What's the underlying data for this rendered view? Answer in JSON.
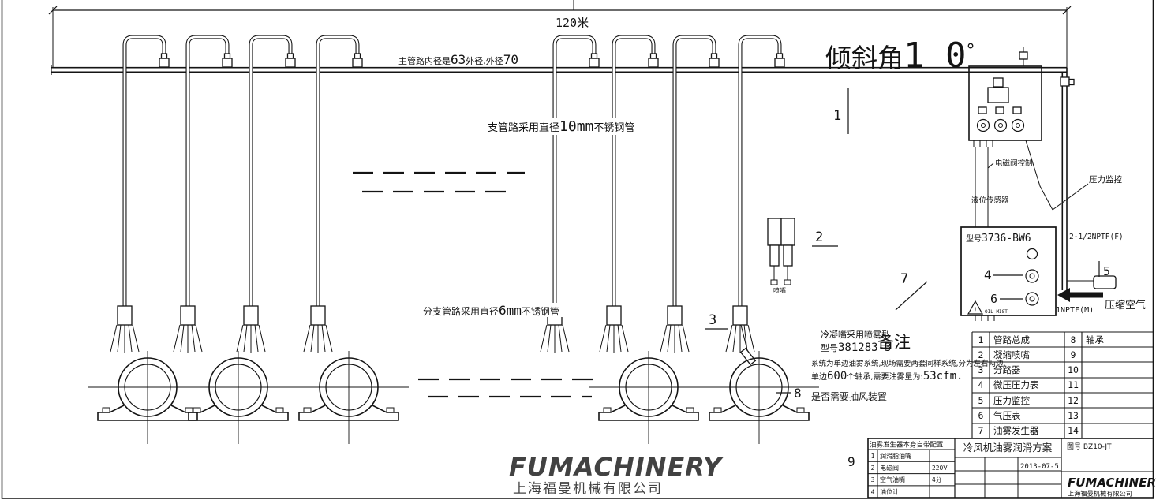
{
  "colors": {
    "ink": "#141414",
    "logo_blue": "#1e3f96",
    "watermark": "#c3c4ce"
  },
  "dimensions": {
    "main_length": "120米"
  },
  "labels": {
    "incline_prefix": "倾斜角",
    "incline_value": "1 0",
    "incline_unit": "°",
    "main_pipe": {
      "p1": "主管路内径是",
      "p2": "63",
      "p3": "外径,外径",
      "p4": "70"
    },
    "branch_pipe": {
      "p1": "支管路采用直径",
      "p2": "10mm",
      "p3": "不锈钢管"
    },
    "sub_branch_pipe": {
      "p1": "分支管路采用直径",
      "p2": "6mm",
      "p3": "不锈钢管"
    },
    "nozzle_line1": "冷凝嘴采用喷雾型",
    "nozzle_line2_prefix": "型号",
    "nozzle_line2_model": "381283-3",
    "nozzle_tag": "喷嘴",
    "generator_model": {
      "prefix": "型号",
      "model": "3736-BW6"
    },
    "solenoid_control": "电磁阀控制",
    "level_sensor": "液位传感器",
    "pressure_monitor": "压力监控",
    "npt_f": "2-1/2NPTF(F)",
    "npt_m": "1NPTF(M)",
    "compressed_air": "压缩空气",
    "warning_mark": "!",
    "warning_text": "OIL MIST"
  },
  "remarks": {
    "title": "备注",
    "line1": "系统为单边油雾系统,现场需要两套同样系统,分为左右两边,",
    "line2": {
      "p1": "单边",
      "p2": "600",
      "p3": "个轴承,需要油雾量为:",
      "p4": "53cfm."
    },
    "line3": "是否需要抽风装置"
  },
  "callouts": {
    "c1": "1",
    "c2": "2",
    "c3": "3",
    "c4": "4",
    "c5": "5",
    "c6": "6",
    "c7": "7",
    "c8": "8",
    "c9": "9"
  },
  "parts_table": {
    "rows": [
      {
        "n1": "1",
        "name1": "管路总成",
        "n2": "8",
        "name2": "轴承"
      },
      {
        "n1": "2",
        "name1": "凝缩喷嘴",
        "n2": "9",
        "name2": ""
      },
      {
        "n1": "3",
        "name1": "分路器",
        "n2": "10",
        "name2": ""
      },
      {
        "n1": "4",
        "name1": "微压压力表",
        "n2": "11",
        "name2": ""
      },
      {
        "n1": "5",
        "name1": "压力监控",
        "n2": "12",
        "name2": ""
      },
      {
        "n1": "6",
        "name1": "气压表",
        "n2": "13",
        "name2": ""
      },
      {
        "n1": "7",
        "name1": "油雾发生器",
        "n2": "14",
        "name2": ""
      }
    ]
  },
  "title_block": {
    "config_header": "油雾发生器本身自带配置",
    "config_rows": [
      {
        "no": "1",
        "name": "润滑脂油嘴",
        "spec": ""
      },
      {
        "no": "2",
        "name": "电磁阀",
        "spec": "220V"
      },
      {
        "no": "3",
        "name": "空气油嘴",
        "spec": "4分"
      },
      {
        "no": "4",
        "name": "油位计",
        "spec": ""
      }
    ],
    "title": "冷风机油雾润滑方案",
    "date": "2013-07-5",
    "drawing_no": "图号 BZ10-JT"
  },
  "logo": {
    "name": "FUMACHINERY",
    "company": "上海福曼机械有限公司"
  },
  "watermark": {
    "name": "FUMACHINERY",
    "company": "上海福曼机械有限公司"
  }
}
